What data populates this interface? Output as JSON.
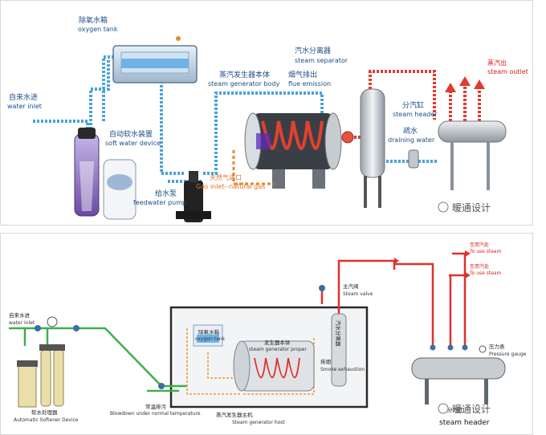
{
  "top": {
    "oxygen_tank_cn": "除氧水箱",
    "oxygen_tank_en": "oxygen tank",
    "water_inlet_cn": "自来水进",
    "water_inlet_en": "water inlet",
    "soft_water_cn": "自动软水装置",
    "soft_water_en": "soft water device",
    "feed_pump_cn": "给水泵",
    "feed_pump_en": "feedwater pump",
    "gen_body_cn": "蒸汽发生器本体",
    "gen_body_en": "steam generator body",
    "flue_cn": "烟气排出",
    "flue_en": "flue emission",
    "separator_cn": "汽水分离器",
    "separator_en": "steam separator",
    "steam_out_cn": "蒸汽出",
    "steam_out_en": "steam outlet",
    "header_cn": "分汽缸",
    "header_en": "steam header",
    "drain_cn": "疏水",
    "drain_en": "draining water",
    "gas_cn": "天然气进口",
    "gas_en": "Gas inlet--natural gas",
    "watermark": "暖通设计"
  },
  "bottom": {
    "water_inlet_cn": "自来水进",
    "water_inlet_en": "water inlet",
    "softener_cn": "软水处理器",
    "softener_en": "Automatic Softener Device",
    "blowdown_cn": "常温排污",
    "blowdown_en": "Blowdown under normal temperature",
    "host_cn": "蒸汽发生器主机",
    "host_en": "Steam generator host",
    "tank_cn": "除氧水箱",
    "tank_en": "oxygen tank",
    "proper_cn": "发生器本体",
    "proper_en": "steam generator proper",
    "smoke_cn": "排烟",
    "smoke_en": "Smoke exhaustion",
    "separator_vert": "汽水分离器",
    "valve_cn": "主汽阀",
    "valve_en": "Steam valve",
    "use1_cn": "至用汽处",
    "use1_en": "To use steam",
    "use2_cn": "至用汽处",
    "use2_en": "To use steam",
    "gauge_cn": "压力表",
    "gauge_en": "Pressure gauge",
    "header_cn": "分汽缸",
    "header_en": "steam header",
    "watermark": "暖通设计"
  }
}
